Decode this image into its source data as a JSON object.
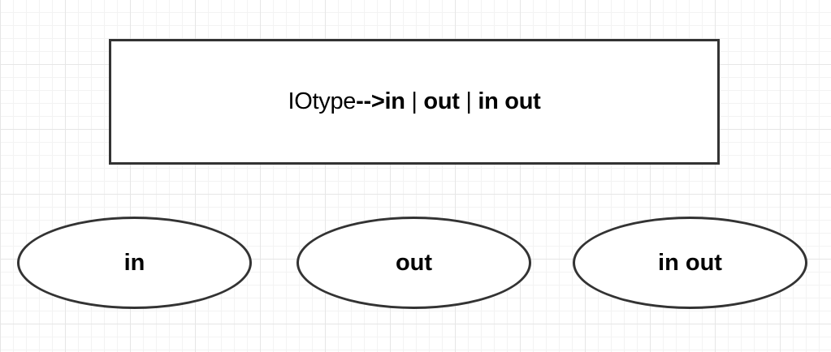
{
  "diagram": {
    "grammar_box": {
      "lhs": "IOtype",
      "arrow": "-->",
      "alt1": "in",
      "sep1": " | ",
      "alt2": "out",
      "sep2": " | ",
      "alt3": "in out"
    },
    "nodes": [
      {
        "label": "in"
      },
      {
        "label": "out"
      },
      {
        "label": "in out"
      }
    ]
  }
}
